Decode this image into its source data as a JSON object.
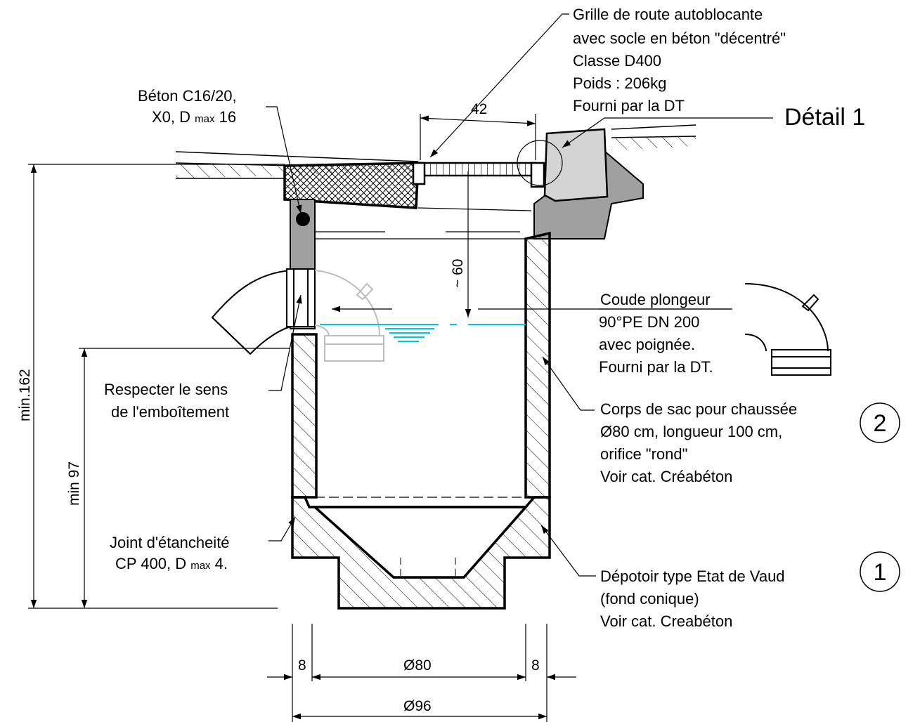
{
  "labels": {
    "grille": [
      "Grille de route autoblocante",
      "avec socle en béton \"décentré\"",
      "Classe D400",
      "Poids : 206kg",
      "Fourni par la DT"
    ],
    "detail": "Détail 1",
    "beton": {
      "line1": "Béton C16/20,",
      "line2_a": "X0, D ",
      "line2_sub": "max",
      "line2_b": " 16"
    },
    "coude": [
      "Coude plongeur",
      "90°PE DN 200",
      "avec poignée.",
      "Fourni par la DT."
    ],
    "corps": [
      "Corps de sac pour chaussée",
      "Ø80 cm, longueur 100 cm,",
      "orifice \"rond\"",
      "Voir cat. Créabéton"
    ],
    "respecter": [
      "Respecter le sens",
      "de l'emboîtement"
    ],
    "joint": {
      "line1": "Joint d'étancheité",
      "line2_a": "CP 400, D ",
      "line2_sub": "max",
      "line2_b": " 4."
    },
    "depotoir": [
      "Dépotoir type Etat de Vaud",
      "(fond conique)",
      "Voir cat. Creabéton"
    ]
  },
  "dimensions": {
    "d42": "42",
    "d60": "~ 60",
    "min162": "min.162",
    "min97": "min 97",
    "d8_left": "8",
    "d80": "Ø80",
    "d8_right": "8",
    "d96": "Ø96"
  },
  "callouts": {
    "c2": "2",
    "c1": "1"
  },
  "colors": {
    "concrete": "#a0a0a0",
    "curb": "#d4d4d4",
    "water": "#00c8dc",
    "pipe": "#bcbcbc",
    "line": "#000000"
  }
}
